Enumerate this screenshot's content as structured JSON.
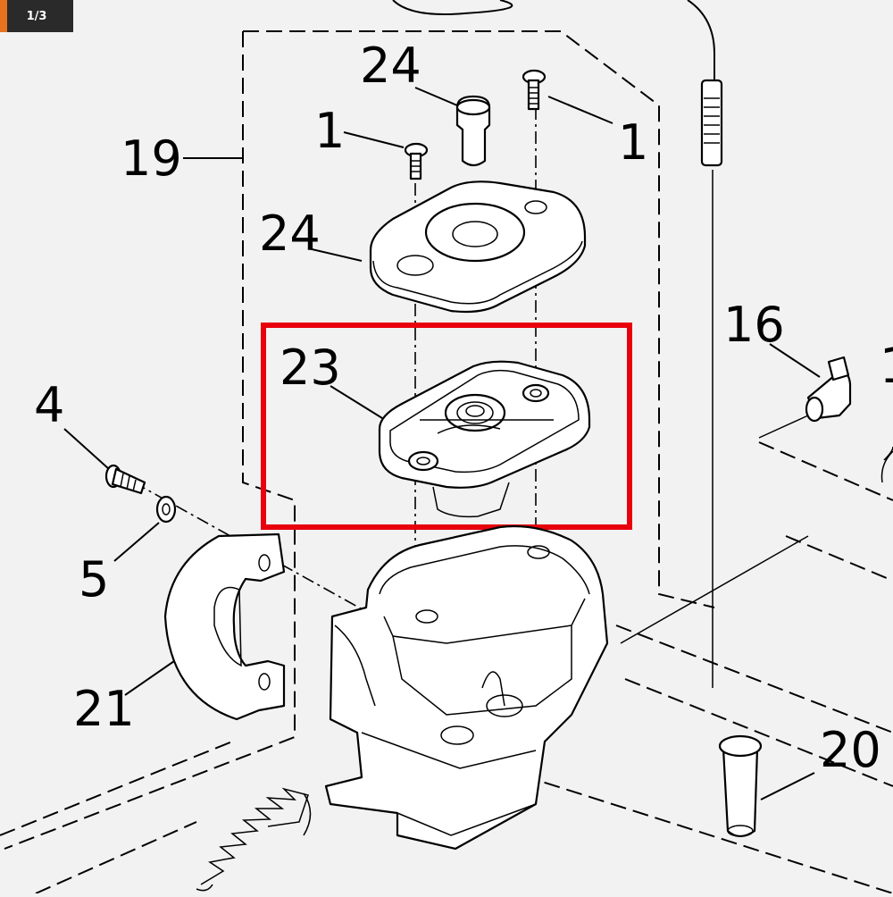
{
  "page_indicator": "1/3",
  "accent_color": "#e8731f",
  "highlight_color": "#e8000d",
  "labels": {
    "l24a": "24",
    "l1a": "1",
    "l1b": "1",
    "l19": "19",
    "l24b": "24",
    "l16": "16",
    "l1c": "1",
    "l23": "23",
    "l4": "4",
    "l5": "5",
    "l21": "21",
    "l20": "20"
  }
}
